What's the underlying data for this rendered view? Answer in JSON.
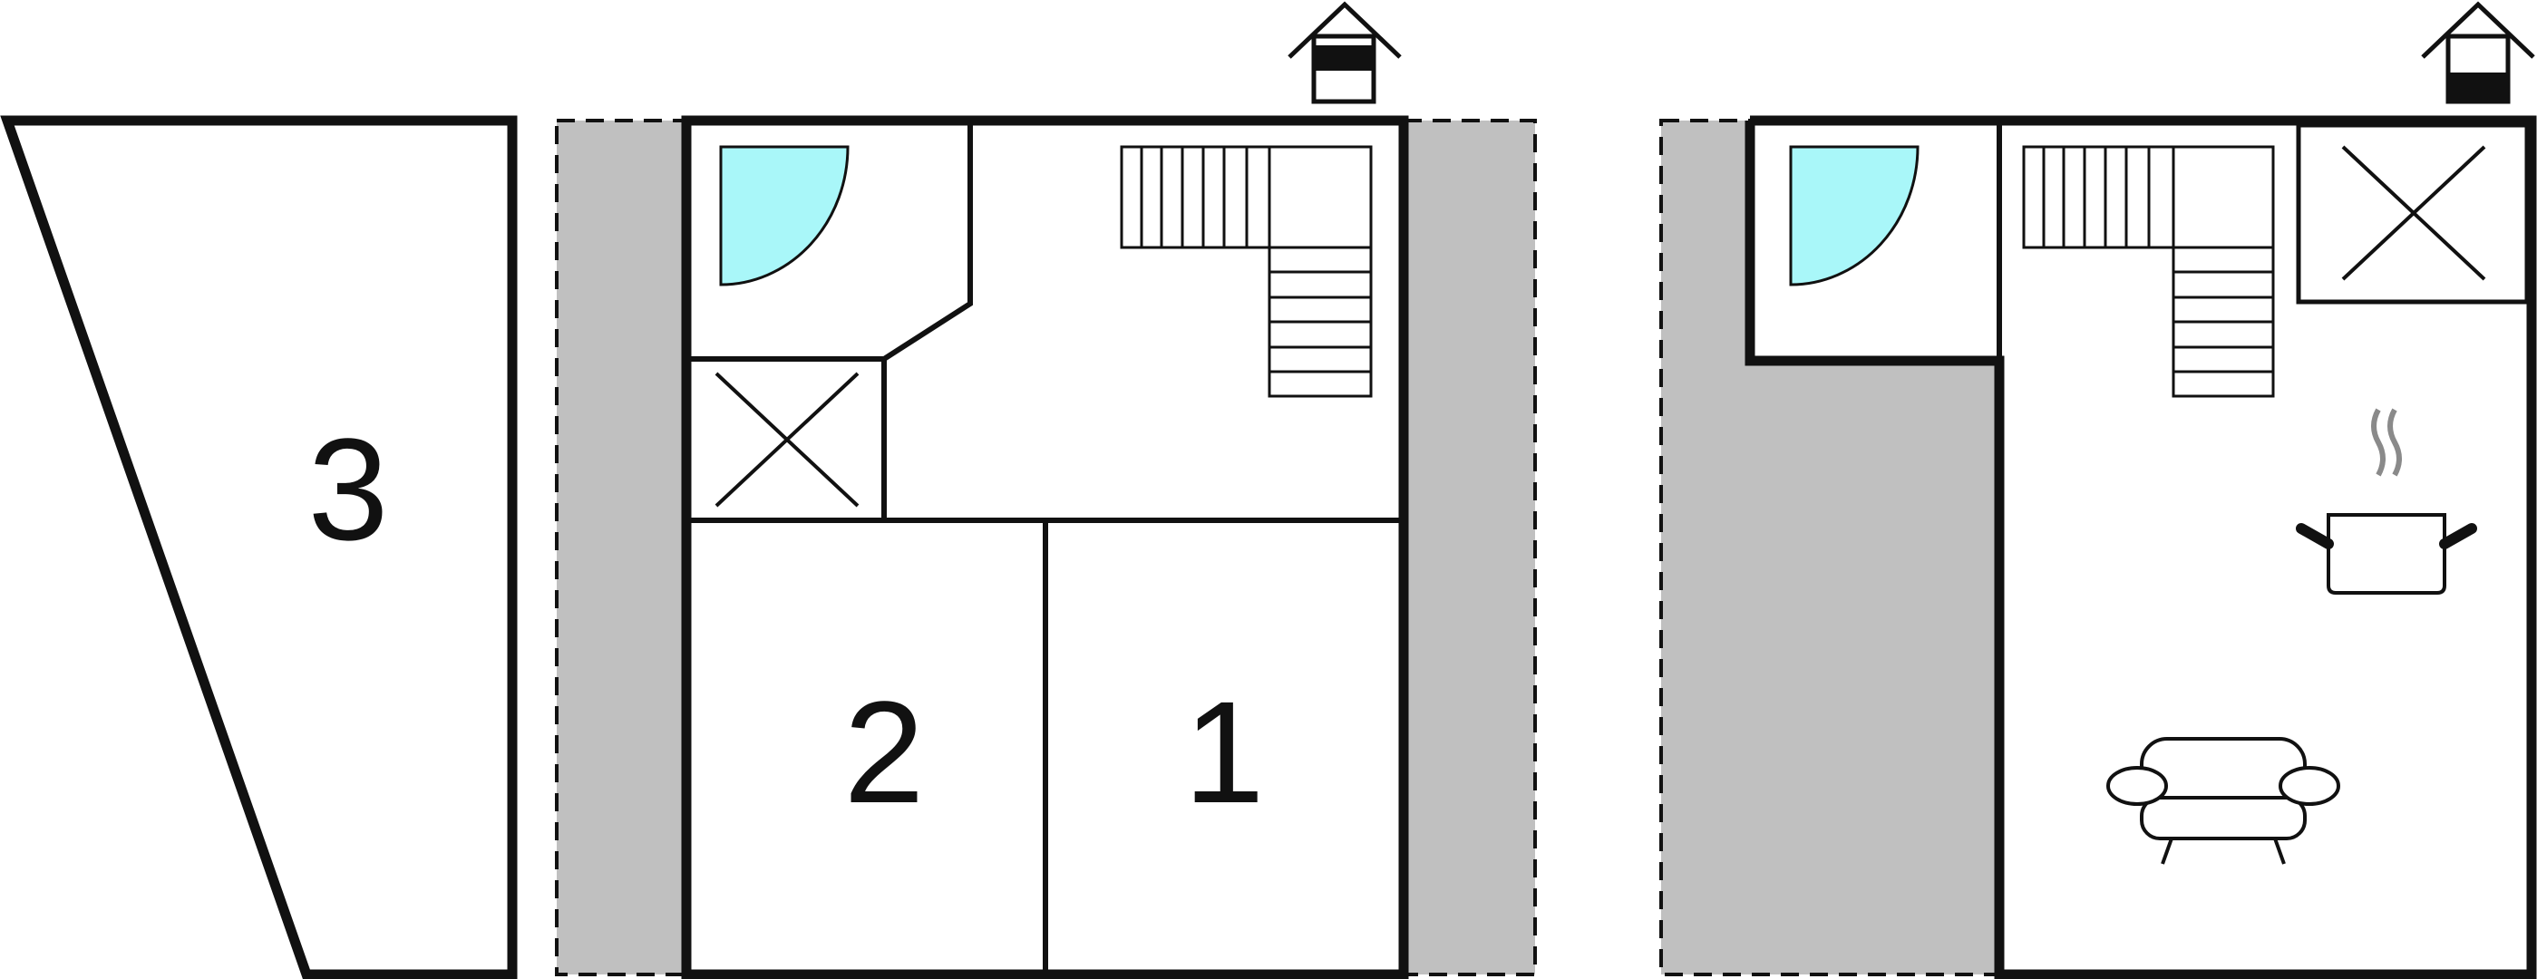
{
  "colors": {
    "wall": "#111111",
    "outdoor_area": "#c0c0c0",
    "bathroom_fixture": "#a9f7f9",
    "background": "#ffffff",
    "steam": "#8a8a8a"
  },
  "rooms": {
    "room_1": "1",
    "room_2": "2",
    "room_3": "3"
  },
  "icons": {
    "north_marker": "house-entrance-icon",
    "shower": "shower-icon",
    "cooking": "cooking-pot-icon",
    "seating": "armchair-icon",
    "storage": "storage-cross-icon",
    "staircase": "staircase-icon"
  }
}
